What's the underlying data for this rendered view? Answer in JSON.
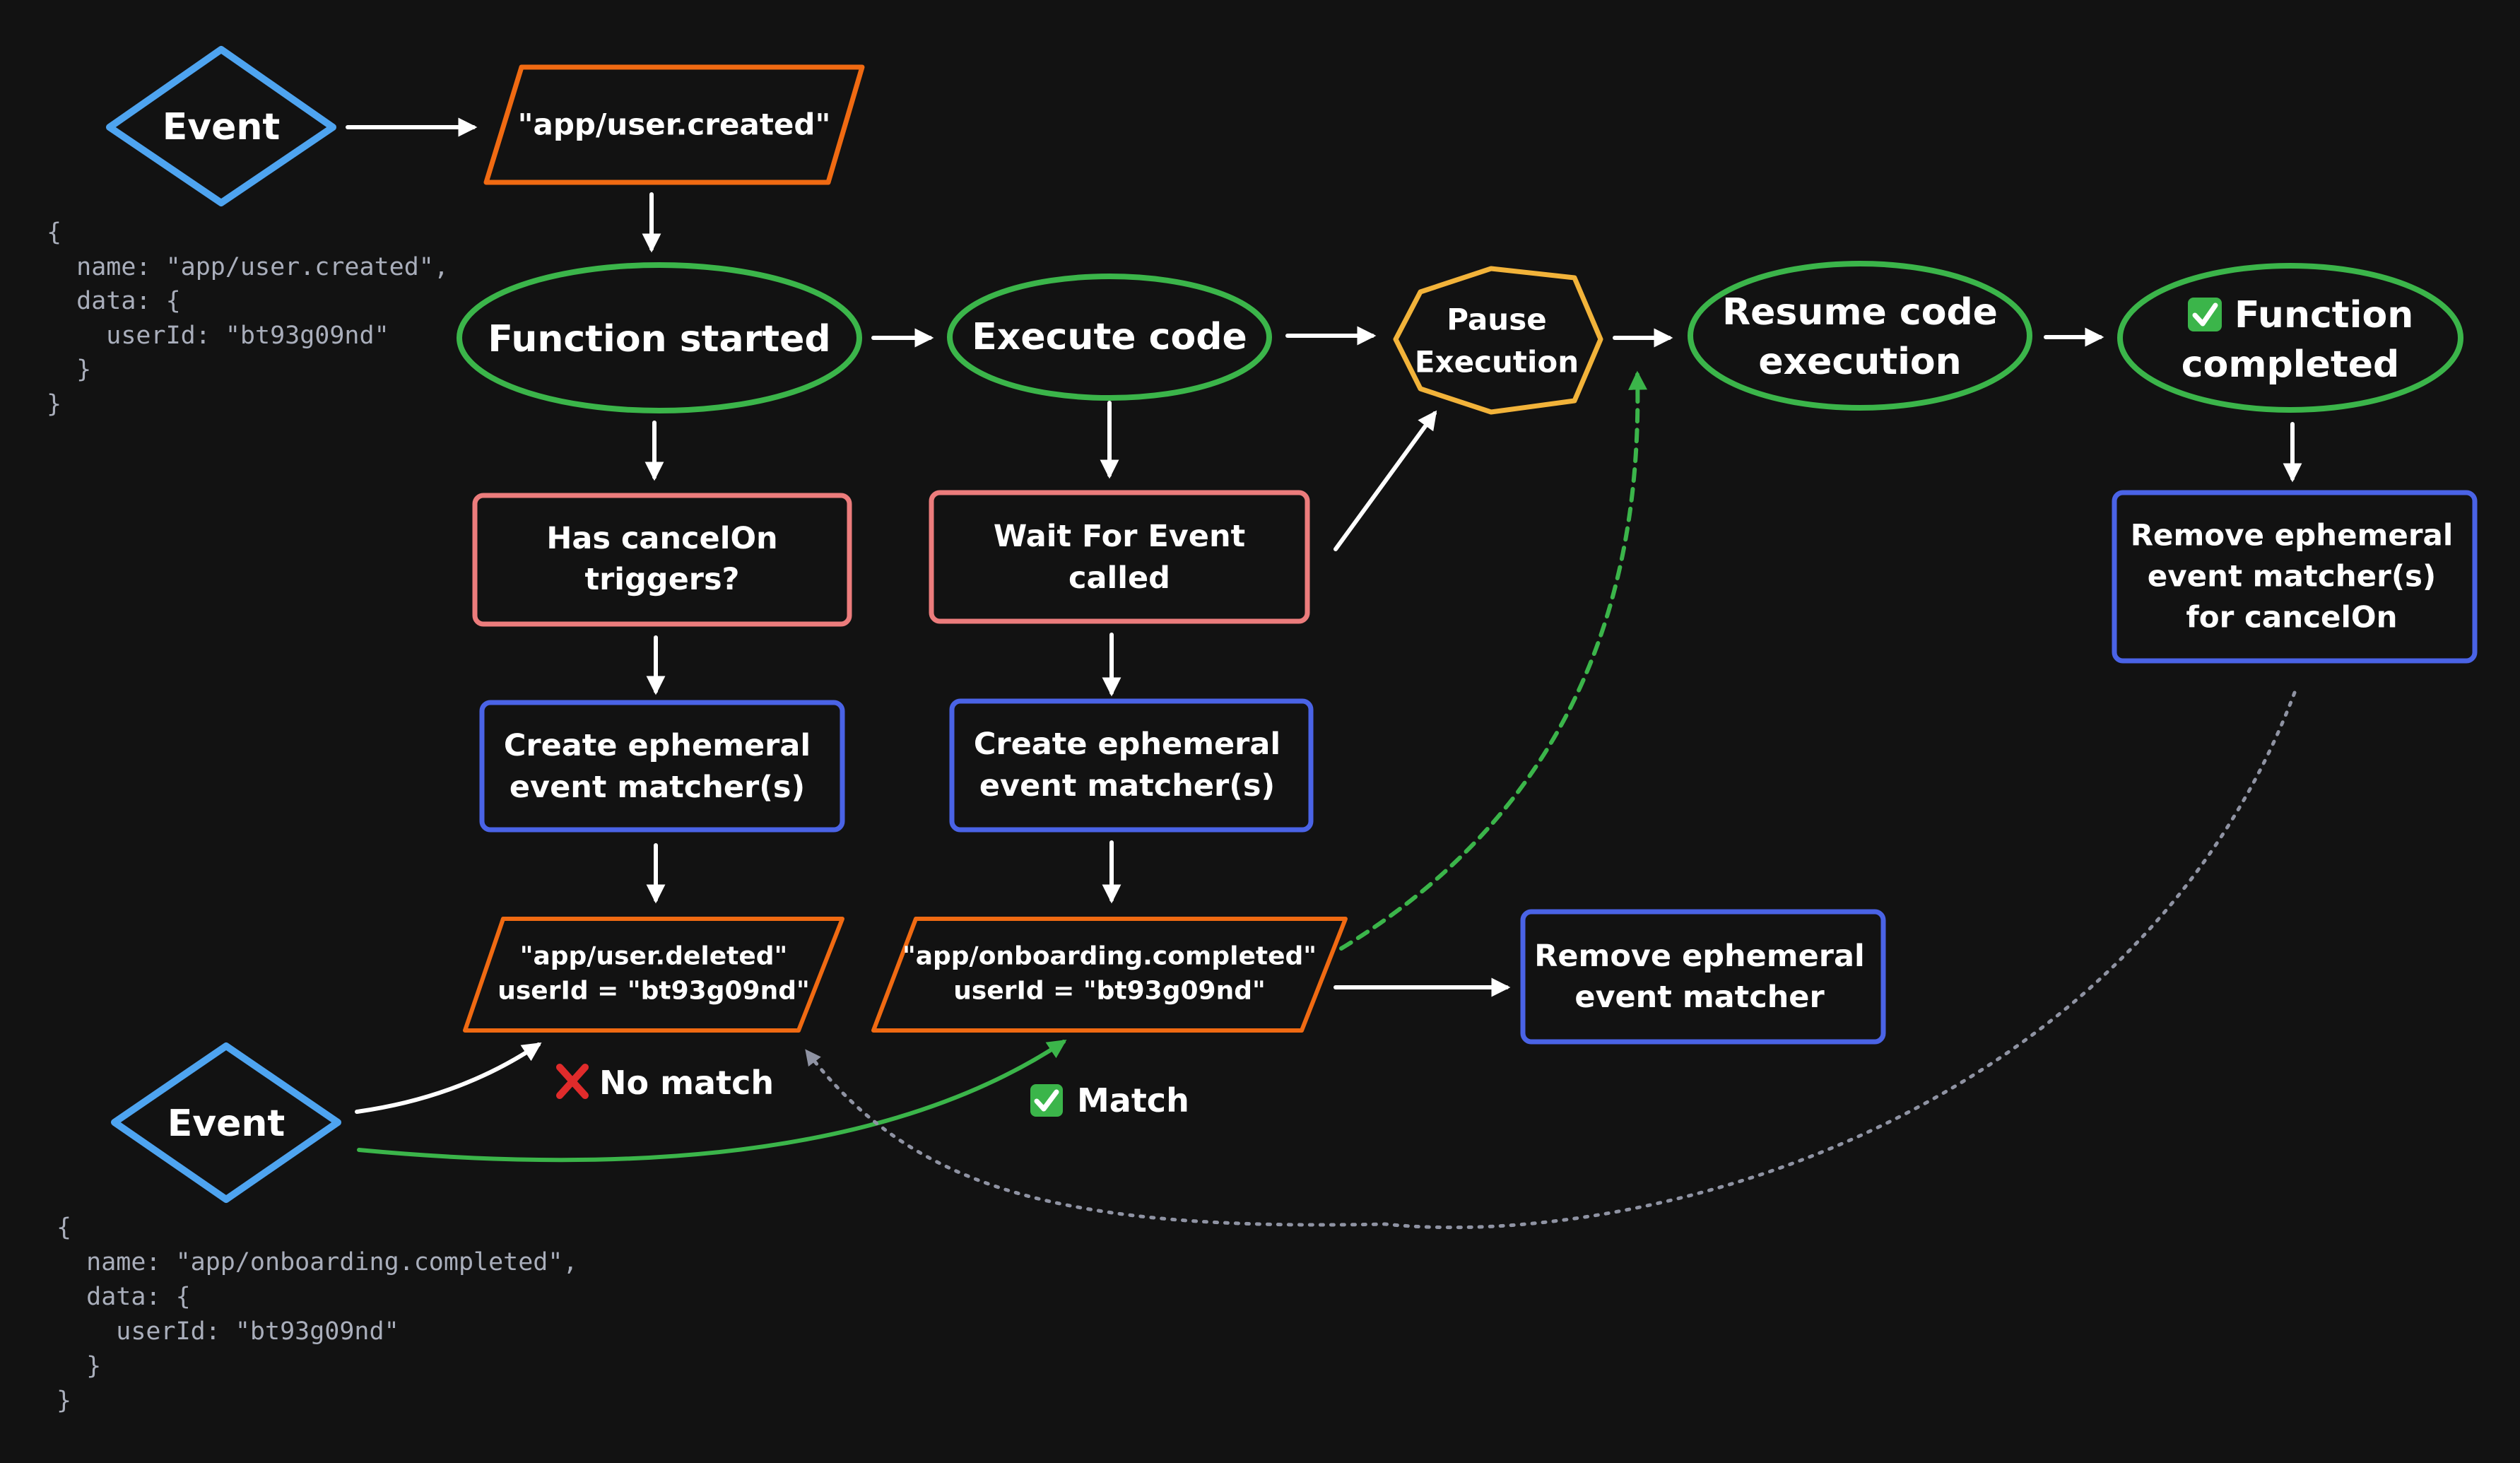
{
  "colors": {
    "background": "#121212",
    "event": "#4ea4f0",
    "trigger": "#f06a12",
    "function": "#3bb54a",
    "step": "#ec7c7c",
    "matcher": "#4a63e6",
    "pause": "#f2b33a",
    "match_path": "#3bb54a",
    "cancel_path": "#8f93a3"
  },
  "nodes": {
    "event_top": "Event",
    "trigger_event": "\"app/user.created\"",
    "function_started": "Function started",
    "execute_code": "Execute code",
    "pause_execution": [
      "Pause",
      "Execution"
    ],
    "resume_execution": [
      "Resume code",
      "execution"
    ],
    "function_completed": {
      "icon": "check-mark-icon",
      "lines": [
        "Function",
        "completed"
      ]
    },
    "has_cancelon": [
      "Has cancelOn",
      "triggers?"
    ],
    "wait_for_event": [
      "Wait For Event",
      "called"
    ],
    "create_matcher_cancel": [
      "Create ephemeral",
      "event matcher(s)"
    ],
    "create_matcher_wait": [
      "Create ephemeral",
      "event matcher(s)"
    ],
    "remove_matchers_cancelon": [
      "Remove ephemeral",
      "event matcher(s)",
      "for cancelOn"
    ],
    "matcher_user_deleted": [
      "\"app/user.deleted\"",
      "userId = \"bt93g09nd\""
    ],
    "matcher_onboarding": [
      "\"app/onboarding.completed\"",
      "userId = \"bt93g09nd\""
    ],
    "remove_matcher": [
      "Remove ephemeral",
      "event matcher"
    ],
    "event_bottom": "Event"
  },
  "labels": {
    "no_match": {
      "icon": "cross-mark-icon",
      "text": "No match"
    },
    "match": {
      "icon": "check-mark-icon",
      "text": "Match"
    }
  },
  "code_top": [
    "{",
    "  name: \"app/user.created\",",
    "  data: {",
    "    userId: \"bt93g09nd\"",
    "  }",
    "}"
  ],
  "code_bottom": [
    "{",
    "  name: \"app/onboarding.completed\",",
    "  data: {",
    "    userId: \"bt93g09nd\"",
    "  }",
    "}"
  ]
}
